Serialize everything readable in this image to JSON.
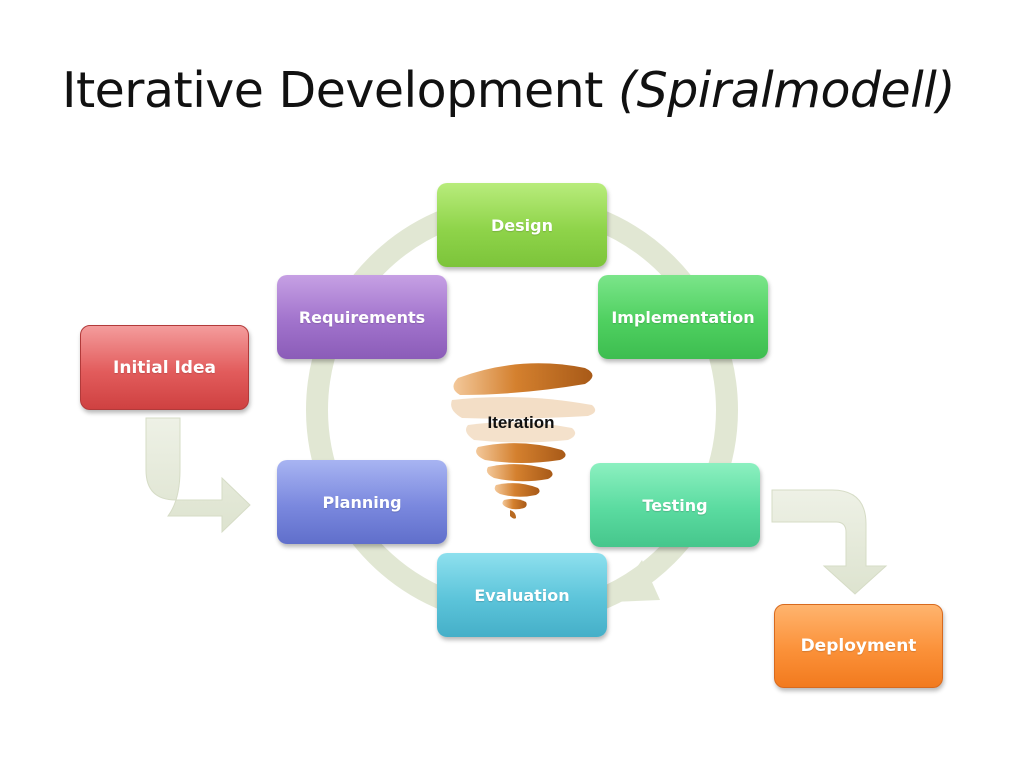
{
  "title": {
    "main": "Iterative Development ",
    "sub": "(Spiralmodell)"
  },
  "diagram": {
    "cycle_steps": [
      {
        "label": "Design",
        "color": "#8fd44a"
      },
      {
        "label": "Implementation",
        "color": "#4fd060"
      },
      {
        "label": "Testing",
        "color": "#5adba0"
      },
      {
        "label": "Evaluation",
        "color": "#5cc4da"
      },
      {
        "label": "Planning",
        "color": "#7a88de"
      },
      {
        "label": "Requirements",
        "color": "#a173cc"
      }
    ],
    "start": {
      "label": "Initial Idea",
      "color": "#e25c5c"
    },
    "end": {
      "label": "Deployment",
      "color": "#fb9139"
    },
    "center_label": "Iteration",
    "arrow_color": "#e2e8d6",
    "spiral_color": "#d98a3a"
  }
}
